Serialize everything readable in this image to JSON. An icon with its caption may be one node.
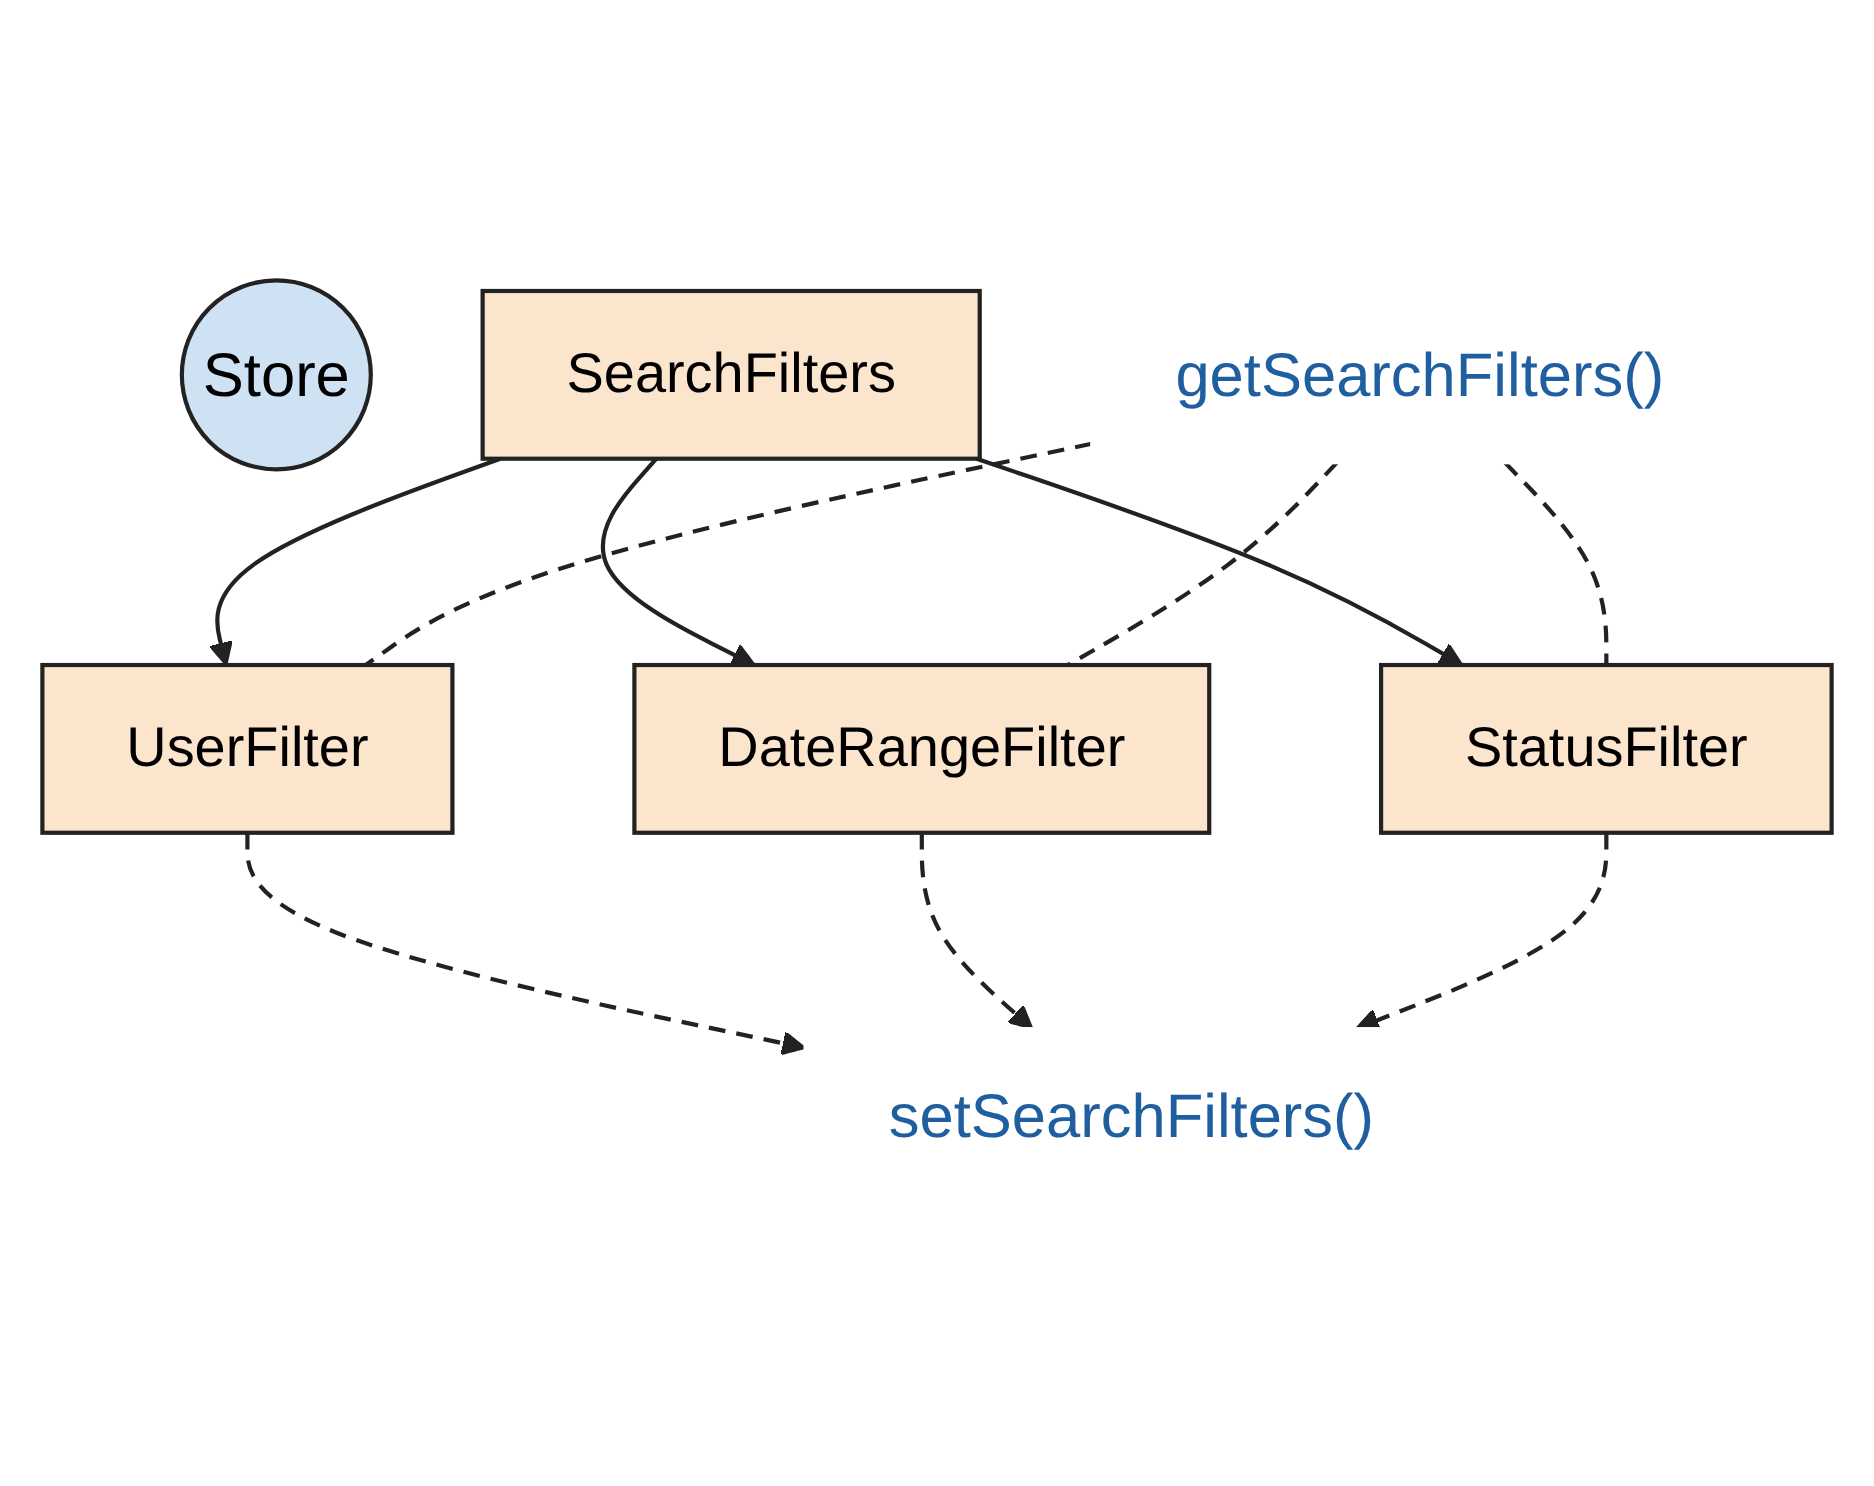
{
  "diagram": {
    "nodes": [
      {
        "text": [
          "Store"
        ]
      },
      {
        "text": [
          "getSearchFilters()"
        ]
      },
      {
        "text": [
          "setSearchFilters()"
        ]
      },
      {
        "text": [
          "SearchFilters"
        ]
      },
      {
        "text": [
          "UserFilter"
        ]
      },
      {
        "text": [
          "DateRangeFilter"
        ]
      },
      {
        "text": [
          "StatusFilter"
        ]
      }
    ],
    "edges": [
      {
        "from": 3,
        "to": 4,
        "arrow": "to"
      },
      {
        "from": 3,
        "to": 5,
        "arrow": "to"
      },
      {
        "from": 3,
        "to": 6,
        "arrow": "to"
      },
      {
        "from": 1,
        "to": 4,
        "arrow": "none",
        "style": "dashed"
      },
      {
        "from": 1,
        "to": 5,
        "arrow": "none",
        "style": "dashed"
      },
      {
        "from": 1,
        "to": 6,
        "arrow": "none",
        "style": "dashed"
      },
      {
        "from": 4,
        "to": 2,
        "arrow": "to",
        "style": "dashed"
      },
      {
        "from": 5,
        "to": 2,
        "arrow": "to",
        "style": "dashed"
      },
      {
        "from": 6,
        "to": 2,
        "arrow": "to",
        "style": "dashed"
      }
    ]
  }
}
